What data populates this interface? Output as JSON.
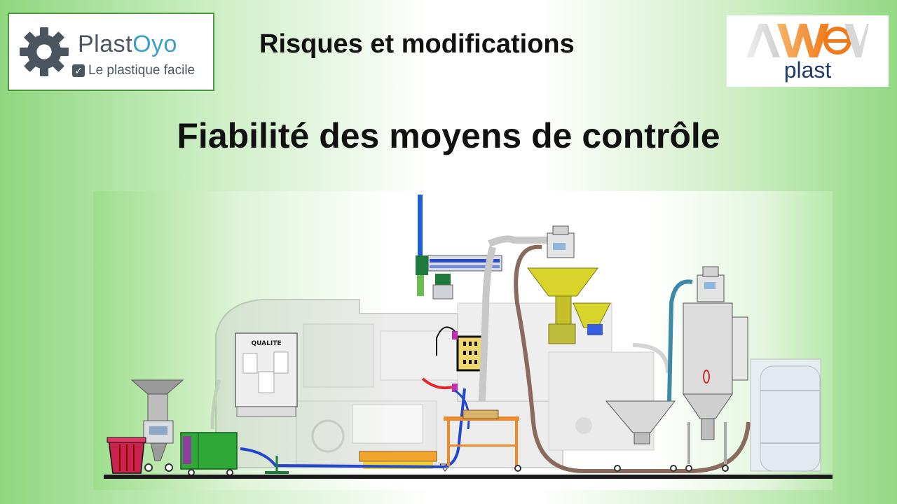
{
  "header": {
    "section_title": "Risques et modifications",
    "main_title": "Fiabilité des moyens de contrôle"
  },
  "logo_left": {
    "brand_part1": "Plast",
    "brand_part2": "Oyo",
    "tagline": "Le plastique facile",
    "icon": "gear-icon",
    "colors": {
      "gear": "#4a5560",
      "accent": "#3aa0c8",
      "border": "#4a9a3c"
    }
  },
  "logo_right": {
    "mark": "AWEV",
    "subtitle": "plast",
    "colors": {
      "orange": "#f07a1a",
      "blue": "#1f3a6e"
    }
  },
  "illustration": {
    "cabinet_label": "QUALITE"
  },
  "colors": {
    "background_green": "#8fd77f",
    "floor": "#1a1a1a"
  }
}
